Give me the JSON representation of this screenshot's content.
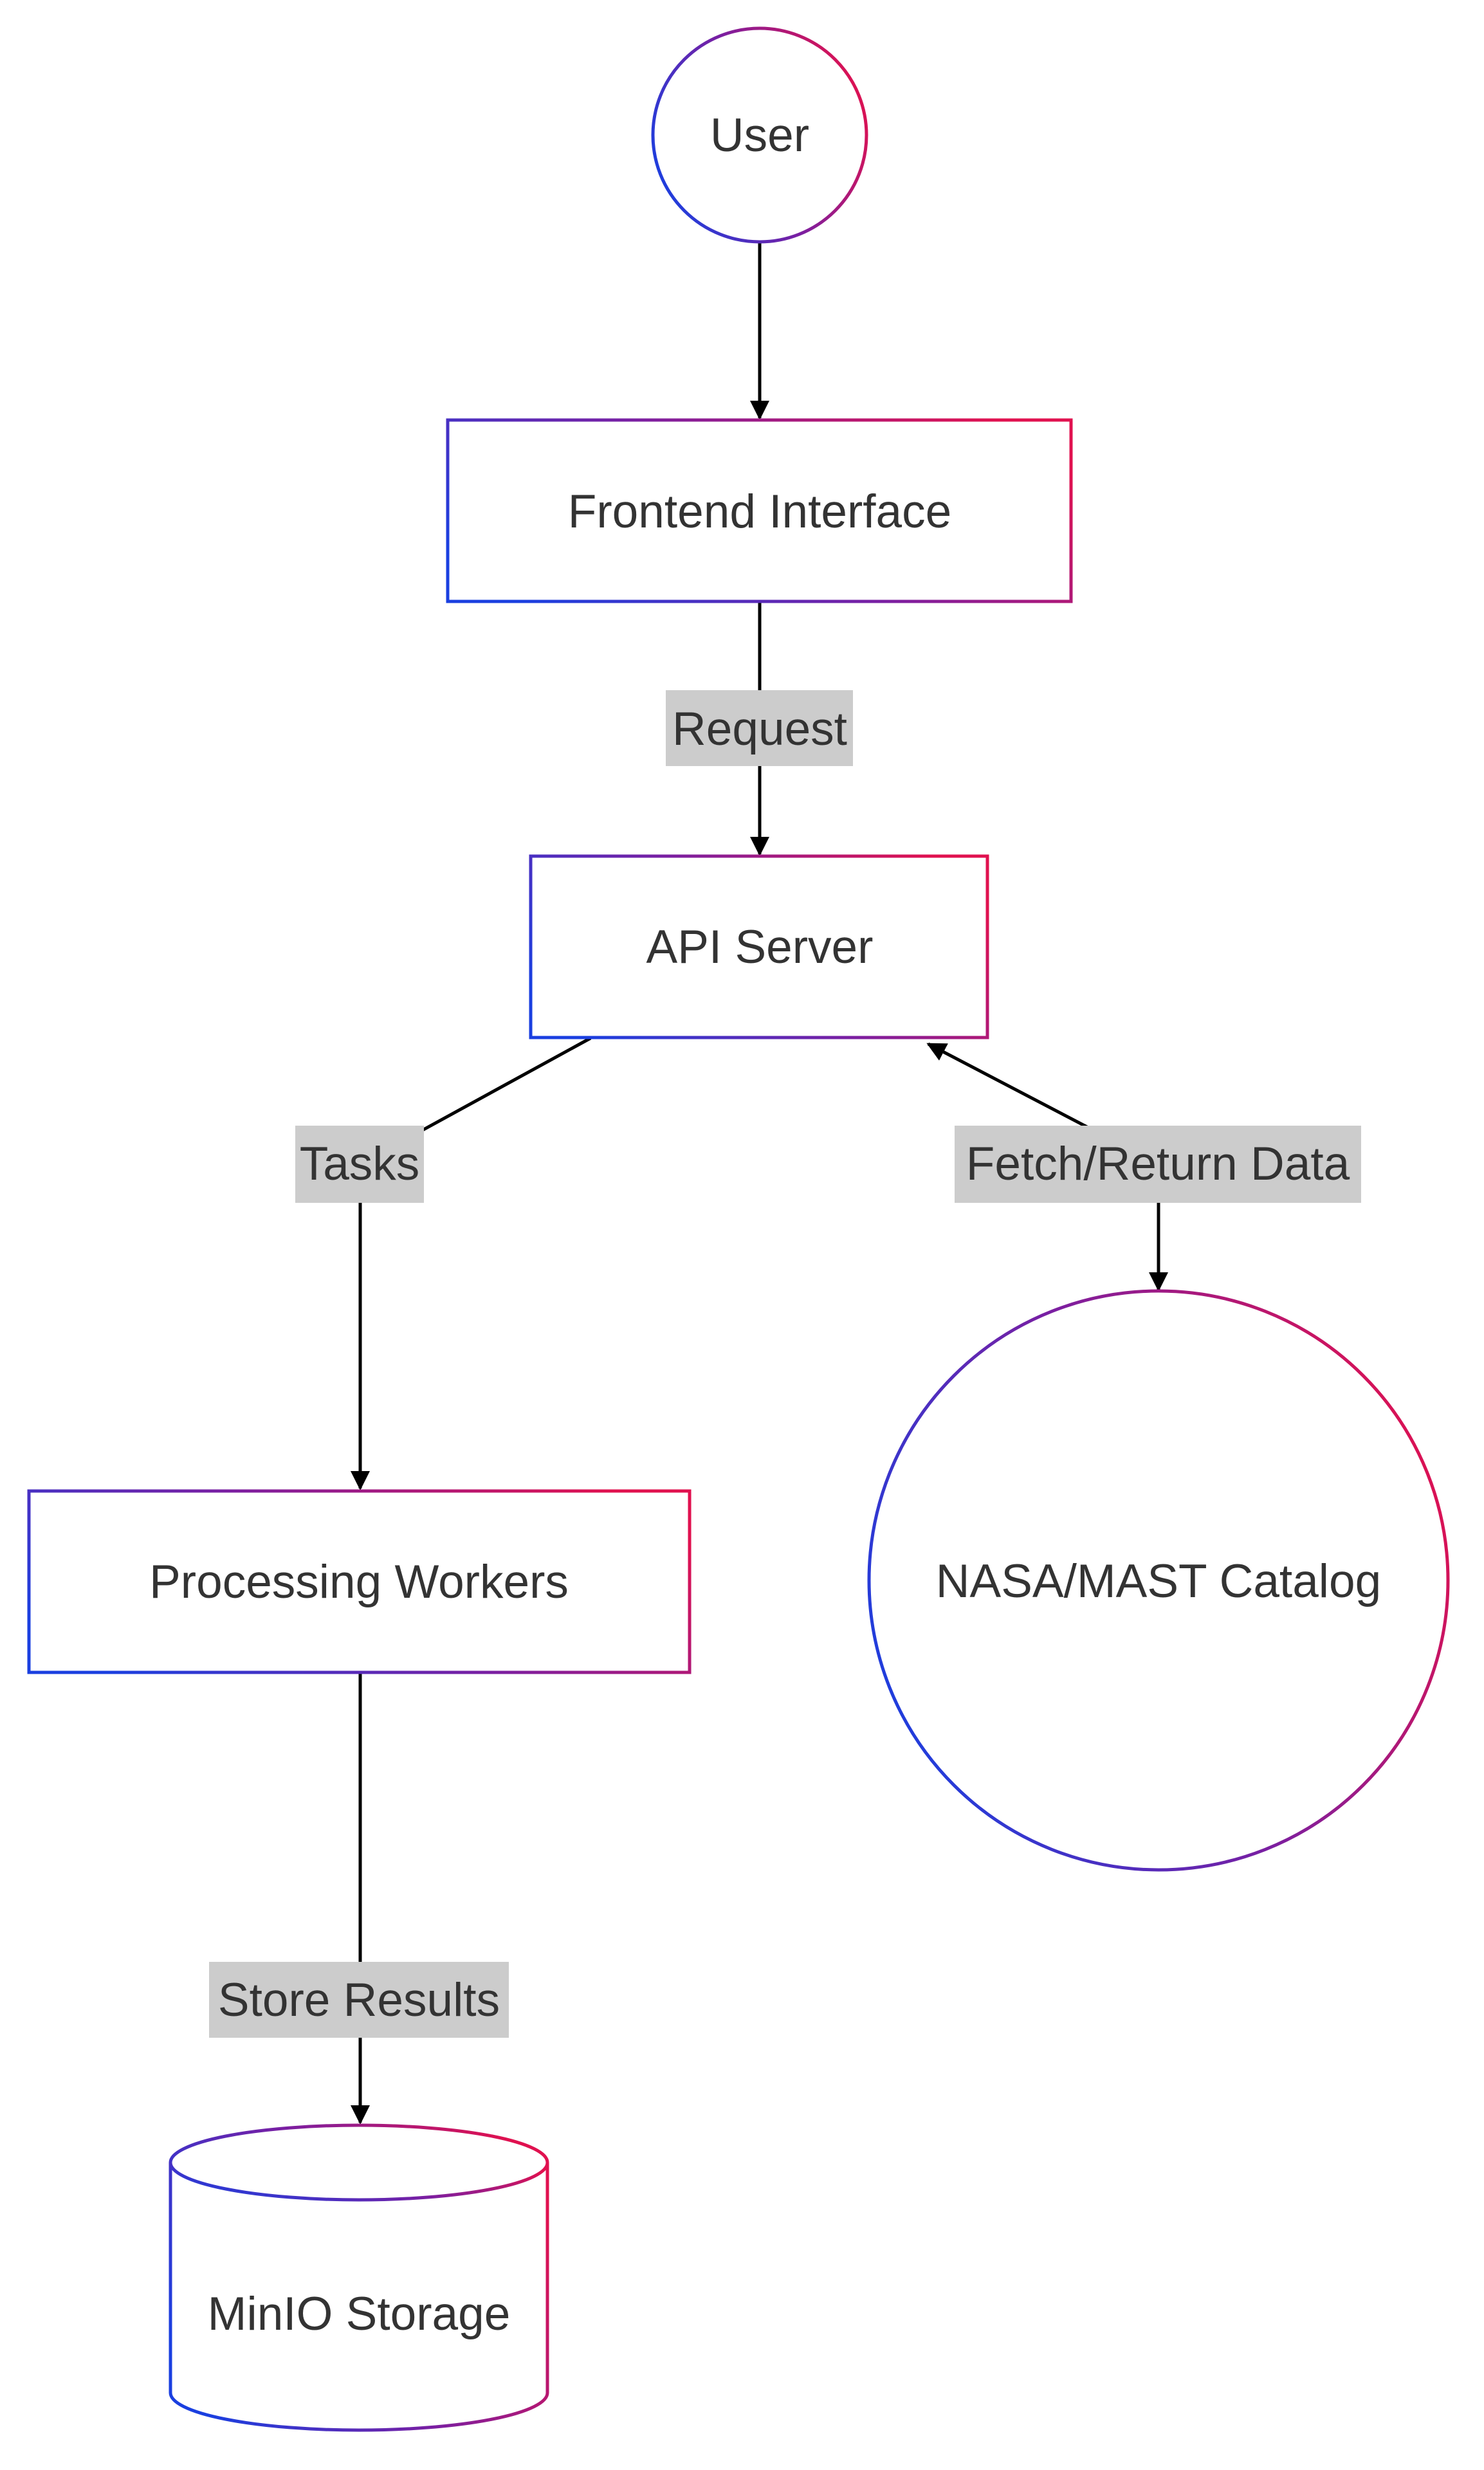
{
  "diagram": {
    "type": "flowchart",
    "colors": {
      "gradient_start": "#1a3fe0",
      "gradient_mid": "#7a1fa2",
      "gradient_end": "#e0114f",
      "edge": "#000000",
      "label_background": "#cccccc",
      "text": "#333333"
    },
    "nodes": {
      "user": {
        "label": "User",
        "shape": "circle"
      },
      "frontend": {
        "label": "Frontend Interface",
        "shape": "rectangle"
      },
      "api": {
        "label": "API Server",
        "shape": "rectangle"
      },
      "workers": {
        "label": "Processing Workers",
        "shape": "rectangle"
      },
      "catalog": {
        "label": "NASA/MAST Catalog",
        "shape": "circle"
      },
      "storage": {
        "label": "MinIO Storage",
        "shape": "cylinder"
      }
    },
    "edges": [
      {
        "from": "User",
        "to": "Frontend Interface",
        "label": ""
      },
      {
        "from": "Frontend Interface",
        "to": "API Server",
        "label": "Request"
      },
      {
        "from": "API Server",
        "to": "Processing Workers",
        "label": "Tasks"
      },
      {
        "from": "API Server",
        "to": "NASA/MAST Catalog",
        "label": "Fetch/Return Data",
        "bidirectional": true
      },
      {
        "from": "Processing Workers",
        "to": "MinIO Storage",
        "label": "Store Results"
      }
    ]
  }
}
